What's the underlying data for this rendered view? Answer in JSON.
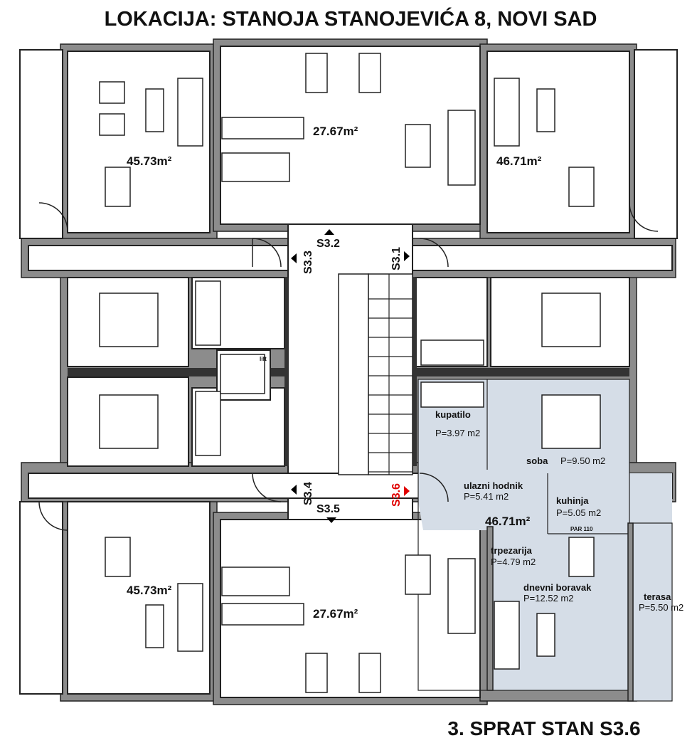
{
  "title": "LOKACIJA: STANOJA STANOJEVIĆA 8, NOVI SAD",
  "footer": "3. SPRAT STAN S3.6",
  "highlight_color": "#d5dde7",
  "accent_color": "#e00000",
  "apartments": {
    "top_left": "45.73m²",
    "top_middle": "27.67m²",
    "top_right": "46.71m²",
    "bottom_left": "45.73m²",
    "bottom_middle": "27.67m²",
    "selected": "46.71m²"
  },
  "stair_labels": {
    "s31": "S3.1",
    "s32": "S3.2",
    "s33": "S3.3",
    "s34": "S3.4",
    "s35": "S3.5",
    "s36": "S3.6"
  },
  "lift_label": "lift",
  "par_label": "PAR 110",
  "selected_rooms": [
    {
      "name": "kupatilo",
      "area": "P=3.97 m2"
    },
    {
      "name": "soba",
      "area": "P=9.50 m2"
    },
    {
      "name": "ulazni hodnik",
      "area": "P=5.41 m2"
    },
    {
      "name": "kuhinja",
      "area": "P=5.05 m2"
    },
    {
      "name": "trpezarija",
      "area": "P=4.79 m2"
    },
    {
      "name": "dnevni boravak",
      "area": "P=12.52 m2"
    },
    {
      "name": "terasa",
      "area": "P=5.50 m2"
    }
  ]
}
